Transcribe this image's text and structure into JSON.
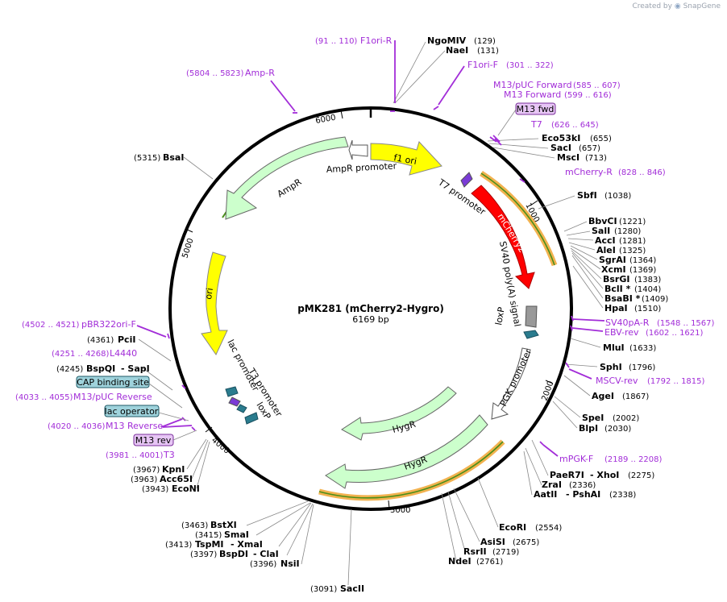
{
  "app": {
    "credit": "Created by",
    "brand": "SnapGene"
  },
  "map": {
    "title": "pMK281 (mCherry2-Hygro)",
    "length": "6169 bp",
    "ticks": [
      "1000",
      "2000",
      "3000",
      "4000",
      "5000",
      "6000"
    ]
  },
  "features": [
    {
      "name": "f1 ori",
      "type": "rep_origin",
      "color": "#ffff00"
    },
    {
      "name": "AmpR promoter",
      "type": "promoter",
      "color": "#ffffff"
    },
    {
      "name": "AmpR",
      "type": "CDS",
      "color": "#ccffcc"
    },
    {
      "name": "ori",
      "type": "rep_origin",
      "color": "#ffff00"
    },
    {
      "name": "T7 promoter",
      "type": "promoter",
      "color": "#ffffff"
    },
    {
      "name": "mCherry2",
      "type": "CDS",
      "color": "#ff0000"
    },
    {
      "name": "SV40 poly(A) signal",
      "type": "terminator",
      "color": "#999999"
    },
    {
      "name": "loxP",
      "type": "misc",
      "color": "#2a7c8e"
    },
    {
      "name": "PGK promoter",
      "type": "promoter",
      "color": "#ffffff"
    },
    {
      "name": "HygR",
      "type": "CDS",
      "color": "#ccffcc"
    },
    {
      "name": "lac promoter",
      "type": "promoter",
      "color": "#ffffff"
    },
    {
      "name": "T3 promoter",
      "type": "promoter",
      "color": "#ffffff"
    },
    {
      "name": "loxP",
      "type": "misc",
      "color": "#2a7c8e"
    }
  ],
  "enzymes": [
    {
      "name": "NgoMIV",
      "pos": "(129)"
    },
    {
      "name": "NaeI",
      "pos": "(131)"
    },
    {
      "name": "Eco53kI",
      "pos": "(655)"
    },
    {
      "name": "SacI",
      "pos": "(657)"
    },
    {
      "name": "MscI",
      "pos": "(713)"
    },
    {
      "name": "SbfI",
      "pos": "(1038)"
    },
    {
      "name": "BbvCI",
      "pos": "(1221)"
    },
    {
      "name": "SalI",
      "pos": "(1280)"
    },
    {
      "name": "AccI",
      "pos": "(1281)"
    },
    {
      "name": "AleI",
      "pos": "(1325)"
    },
    {
      "name": "SgrAI",
      "pos": "(1364)"
    },
    {
      "name": "XcmI",
      "pos": "(1369)"
    },
    {
      "name": "BsrGI",
      "pos": "(1383)"
    },
    {
      "name": "BclI *",
      "pos": "(1404)"
    },
    {
      "name": "BsaBI *",
      "pos": "(1409)"
    },
    {
      "name": "HpaI",
      "pos": "(1510)"
    },
    {
      "name": "MluI",
      "pos": "(1633)"
    },
    {
      "name": "SphI",
      "pos": "(1796)"
    },
    {
      "name": "AgeI",
      "pos": "(1867)"
    },
    {
      "name": "SpeI",
      "pos": "(2002)"
    },
    {
      "name": "BlpI",
      "pos": "(2030)"
    },
    {
      "name": "PaeR7I",
      "name2": "XhoI",
      "pos": "(2275)"
    },
    {
      "name": "ZraI",
      "pos": "(2336)"
    },
    {
      "name": "AatII",
      "name2": "PshAI",
      "pos": "(2338)"
    },
    {
      "name": "EcoRI",
      "pos": "(2554)"
    },
    {
      "name": "AsiSI",
      "pos": "(2675)"
    },
    {
      "name": "RsrII",
      "pos": "(2719)"
    },
    {
      "name": "NdeI",
      "pos": "(2761)"
    },
    {
      "name": "SacII",
      "pos": "(3091)"
    },
    {
      "name": "NsiI",
      "pos": "(3396)"
    },
    {
      "name": "BspDI",
      "name2": "ClaI",
      "pos": "(3397)"
    },
    {
      "name": "TspMI",
      "name2": "XmaI",
      "pos": "(3413)"
    },
    {
      "name": "SmaI",
      "pos": "(3415)"
    },
    {
      "name": "BstXI",
      "pos": "(3463)"
    },
    {
      "name": "EcoNI",
      "pos": "(3943)"
    },
    {
      "name": "Acc65I",
      "pos": "(3963)"
    },
    {
      "name": "KpnI",
      "pos": "(3967)"
    },
    {
      "name": "BspQI",
      "name2": "SapI",
      "pos": "(4245)"
    },
    {
      "name": "PciI",
      "pos": "(4361)"
    },
    {
      "name": "BsaI",
      "pos": "(5315)"
    }
  ],
  "primers": [
    {
      "name": "F1ori-R",
      "range": "(91 .. 110)"
    },
    {
      "name": "F1ori-F",
      "range": "(301 .. 322)"
    },
    {
      "name": "M13/pUC Forward",
      "range": "(585 .. 607)"
    },
    {
      "name": "M13 Forward",
      "range": "(599 .. 616)"
    },
    {
      "name": "T7",
      "range": "(626 .. 645)"
    },
    {
      "name": "mCherry-R",
      "range": "(828 .. 846)"
    },
    {
      "name": "SV40pA-R",
      "range": "(1548 .. 1567)"
    },
    {
      "name": "EBV-rev",
      "range": "(1602 .. 1621)"
    },
    {
      "name": "MSCV-rev",
      "range": "(1792 .. 1815)"
    },
    {
      "name": "mPGK-F",
      "range": "(2189 .. 2208)"
    },
    {
      "name": "T3",
      "range": "(3981 .. 4001)"
    },
    {
      "name": "M13 Reverse",
      "range": "(4020 .. 4036)"
    },
    {
      "name": "M13/pUC Reverse",
      "range": "(4033 .. 4055)"
    },
    {
      "name": "L4440",
      "range": "(4251 .. 4268)"
    },
    {
      "name": "pBR322ori-F",
      "range": "(4502 .. 4521)"
    },
    {
      "name": "Amp-R",
      "range": "(5804 .. 5823)"
    }
  ],
  "boxes": [
    {
      "text": "M13 fwd",
      "color": "#e7c6f5"
    },
    {
      "text": "CAP binding site",
      "color": "#9fd3dc"
    },
    {
      "text": "lac operator",
      "color": "#9fd3dc"
    },
    {
      "text": "M13 rev",
      "color": "#e7c6f5"
    }
  ]
}
